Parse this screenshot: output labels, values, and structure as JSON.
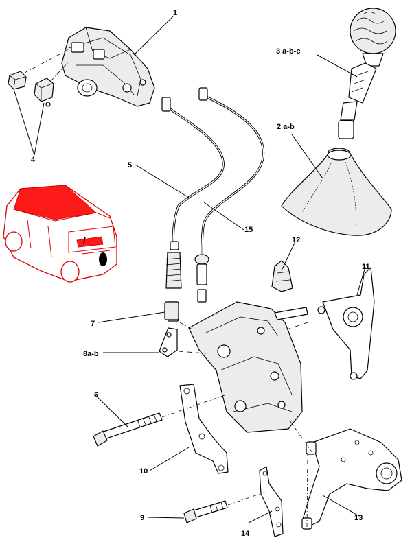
{
  "callouts": {
    "c1": "1",
    "c2": "2 a-b",
    "c3": "3 a-b-c",
    "c4": "4",
    "c5": "5",
    "c6": "6",
    "c7": "7",
    "c8": "8a-b",
    "c9": "9",
    "c10": "10",
    "c11": "11",
    "c12": "12",
    "c13": "13",
    "c14": "14",
    "c15": "15"
  },
  "colors": {
    "line": "#000000",
    "car_highlight": "#e00000",
    "background": "#ffffff"
  }
}
